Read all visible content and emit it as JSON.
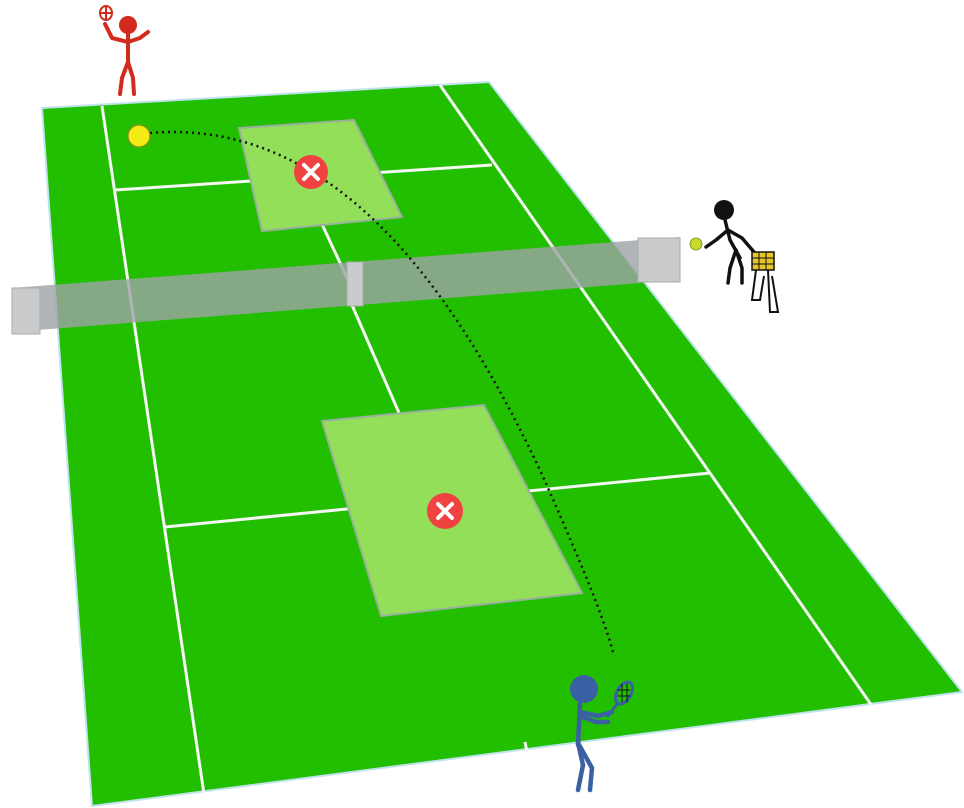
{
  "colors": {
    "court": "#22be00",
    "court_border": "#bfe3ec",
    "lines": "#f4f7f4",
    "target_zone": "#93df5a",
    "target_zone_border": "#9ab09a",
    "net": "#9fa3a6",
    "net_post": "#c9cbcd",
    "marker": "#f14242",
    "ball": "#f4ec14",
    "trajectory": "#111111",
    "player_far": "#d22a1c",
    "player_near": "#3b5fa3",
    "coach": "#111111",
    "ball_basket": "#e7c52a"
  },
  "objects": {
    "court": {
      "surface": "grass",
      "icon": "tennis-court"
    },
    "net": {
      "icon": "net"
    },
    "target_zones": [
      {
        "id": "far-service-target",
        "marker_icon": "x-marker-icon"
      },
      {
        "id": "near-service-target",
        "marker_icon": "x-marker-icon"
      }
    ],
    "ball": {
      "icon": "tennis-ball-icon"
    },
    "players": [
      {
        "id": "far-player",
        "icon": "stick-figure-with-racket-icon"
      },
      {
        "id": "near-player",
        "icon": "stick-figure-with-racket-icon"
      },
      {
        "id": "coach",
        "icon": "stick-figure-feeding-balls-icon"
      }
    ],
    "ball_basket": {
      "icon": "ball-basket-icon"
    }
  }
}
